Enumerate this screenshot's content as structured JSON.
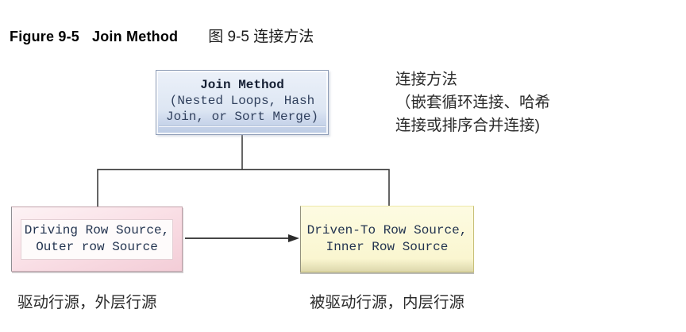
{
  "title": {
    "figure_label": "Figure 9-5",
    "figure_title_en": "Join Method",
    "figure_title_zh": "图 9-5 连接方法"
  },
  "diagram": {
    "join_method_box": {
      "title": "Join Method",
      "subtitle": "(Nested Loops, Hash\nJoin, or Sort Merge)"
    },
    "join_method_annotation_zh": "连接方法\n（嵌套循环连接、哈希\n连接或排序合并连接)",
    "driving_box": {
      "text": "Driving Row Source,\nOuter row Source",
      "label_zh": "驱动行源，外层行源"
    },
    "driven_box": {
      "text": "Driven-To Row Source,\nInner Row Source",
      "label_zh": "被驱动行源，内层行源"
    }
  },
  "colors": {
    "join_box_fill": "#dde6f3",
    "join_box_border": "#8d9cb6",
    "driving_box_fill": "#f9dde4",
    "driving_box_border": "#c2a3ab",
    "driven_box_fill": "#faf6d0",
    "driven_box_border": "#c8c078",
    "connector_line": "#3f3f3f",
    "text_primary": "#000000",
    "box_text": "#233450"
  }
}
